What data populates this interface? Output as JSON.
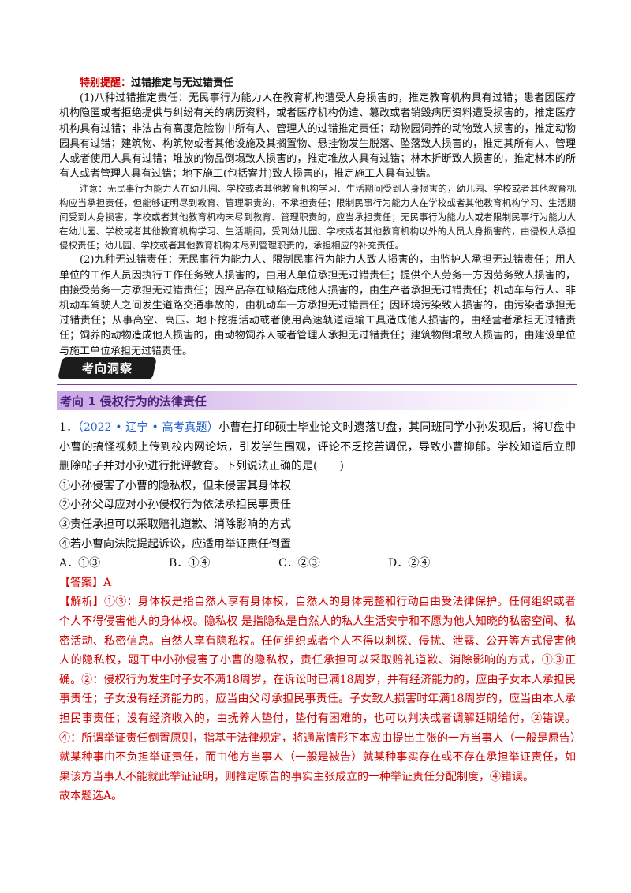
{
  "tip": {
    "title_red": "特别提醒：",
    "title_rest": "过错推定与无过错责任",
    "para1": "(1)八种过错推定责任：无民事行为能力人在教育机构遭受人身损害的，推定教育机构具有过错；患者因医疗机构隐匿或者拒绝提供与纠纷有关的病历资料，或者医疗机构伪造、篡改或者销毁病历资料遭受损害的，推定医疗机构具有过错；非法占有高度危险物中所有人、管理人的过错推定责任；动物园饲养的动物致人损害的，推定动物园具有过错；建筑物、构筑物或者其他设施及其搁置物、悬挂物发生脱落、坠落致人损害的，推定其所有人、管理人或者使用人具有过错；堆放的物品倒塌致人损害的，推定堆放人具有过错；林木折断致人损害的，推定林木的所有人或者管理人具有过错；地下施工(包括窨井)致人损害的，推定施工人具有过错。",
    "note": "注意：无民事行为能力人在幼儿园、学校或者其他教育机构学习、生活期间受到人身损害的，幼儿园、学校或者其他教育机构应当承担责任，但能够证明尽到教育、管理职责的，不承担责任；限制民事行为能力人在学校或者其他教育机构学习、生活期间受到人身损害，学校或者其他教育机构未尽到教育、管理职责的，应当承担责任；无民事行为能力人或者限制民事行为能力人在幼儿园、学校或者其他教育机构学习、生活期间，受到幼儿园、学校或者其他教育机构以外的人员人身损害的，由侵权人承担侵权责任；幼儿园、学校或者其他教育机构未尽到管理职责的，承担相应的补充责任。",
    "para2": "(2)九种无过错责任：无民事行为能力人、限制民事行为能力人致人损害的，由监护人承担无过错责任；用人单位的工作人员因执行工作任务致人损害的，由用人单位承担无过错责任；提供个人劳务一方因劳务致人损害的，由接受劳务一方承担无过错责任；因产品存在缺陷造成他人损害的，由生产者承担无过错责任；机动车与行人、非机动车驾驶人之间发生道路交通事故的，由机动车一方承担无过错责任；因环境污染致人损害的，由污染者承担无过错责任；从事高空、高压、地下挖掘活动或者使用高速轨道运输工具造成他人损害的，由经营者承担无过错责任；饲养的动物造成他人损害的，由动物饲养人或者管理人承担无过错责任；建筑物倒塌致人损害的，由建设单位与施工单位承担无过错责任。"
  },
  "badge": {
    "label": "考向洞察"
  },
  "section": {
    "title": "考向 1  侵权行为的法律责任"
  },
  "question": {
    "number": "1．",
    "source": "（2022 • 辽宁 • 高考真题）",
    "stem": "小曹在打印硕士毕业论文时遗落U盘，其同班同学小孙发现后，将U盘中小曹的搞怪视频上传到校内网论坛，引发学生围观，评论不乏挖苦调侃，导致小曹抑郁。学校知道后立即删除帖子并对小孙进行批评教育。下列说法正确的是(　　)",
    "items": [
      "①小孙侵害了小曹的隐私权，但未侵害其身体权",
      "②小孙父母应对小孙侵权行为依法承担民事责任",
      "③责任承担可以采取赔礼道歉、消除影响的方式",
      "④若小曹向法院提起诉讼，应适用举证责任倒置"
    ],
    "options": [
      "A．①③",
      "B．①④",
      "C．②③",
      "D．②④"
    ],
    "answer": "【答案】A",
    "analysis": "【解析】①③：身体权是指自然人享有身体权，自然人的身体完整和行动自由受法律保护。任何组织或者个人不得侵害他人的身体权。隐私权 是指隐私是自然人的私人生活安宁和不愿为他人知晓的私密空间、私密活动、私密信息。自然人享有隐私权。任何组织或者个人不得以刺探、侵扰、泄露、公开等方式侵害他人的隐私权，题干中小孙侵害了小曹的隐私权，责任承担可以采取赔礼道歉、消除影响的方式，①③正确。②：侵权行为发生时子女不满18周岁，在诉讼时已满18周岁，并有经济能力的，应由子女本人承担民事责任；子女没有经济能力的，应当由父母承担民事责任。子女致人损害时年满18周岁的，应当由本人承担民事责任；没有经济收入的，由抚养人垫付，垫付有困难的，也可以判决或者调解延期给付，②错误。④：所谓举证责任倒置原则，指基于法律规定，将通常情形下本应由提出主张的一方当事人（一般是原告）就某种事由不负担举证责任，而由他方当事人（一般是被告）就某种事实存在或不存在承担举证责任，如果该方当事人不能就此举证证明，则推定原告的事实主张成立的一种举证责任分配制度，④错误。",
    "conclusion": "故本题选A。"
  }
}
